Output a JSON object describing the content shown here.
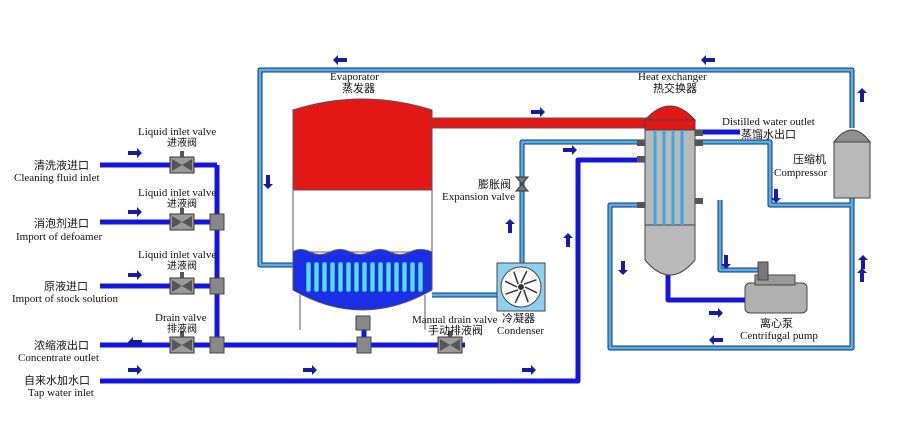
{
  "evaporator": {
    "label_en": "Evaporator",
    "label_zh": "蒸发器"
  },
  "heat_exchanger": {
    "label_en": "Heat exchanger",
    "label_zh": "热交换器"
  },
  "distilled_outlet": {
    "label_en": "Distilled water outlet",
    "label_zh": "蒸馏水出口"
  },
  "compressor": {
    "label_zh": "压缩机",
    "label_en": "Compressor"
  },
  "expansion_valve": {
    "label_zh": "膨胀阀",
    "label_en": "Expansion valve"
  },
  "condenser": {
    "label_zh": "冷凝器",
    "label_en": "Condenser"
  },
  "centrifugal_pump": {
    "label_zh": "离心泵",
    "label_en": "Centrifugal pump"
  },
  "manual_drain_valve": {
    "label_en": "Manual drain valve",
    "label_zh": "手动排液阀"
  },
  "inlets": [
    {
      "zh": "清洗液进口",
      "en": "Cleaning fluid inlet"
    },
    {
      "zh": "消泡剂进口",
      "en": "Import of defoamer"
    },
    {
      "zh": "原液进口",
      "en": "Import of stock solution"
    },
    {
      "zh": "浓缩液出口",
      "en": "Concentrate outlet"
    },
    {
      "zh": "自来水加水口",
      "en": "Tap water inlet"
    }
  ],
  "valves": [
    {
      "en": "Liquid inlet valve",
      "zh": "进液阀"
    },
    {
      "en": "Liquid inlet valve",
      "zh": "进液阀"
    },
    {
      "en": "Liquid inlet valve",
      "zh": "进液阀"
    },
    {
      "en": "Drain valve",
      "zh": "排液阀"
    }
  ],
  "colors": {
    "pipe_blue": "#1515dd",
    "pipe_light": "#3aa8e0",
    "vapor_red": "#e41717",
    "liquid_blue": "#1a2ee6",
    "tube_cyan": "#55d8f5",
    "gray_body": "#b9b9b9",
    "arrow_navy": "#1a1a9e"
  }
}
